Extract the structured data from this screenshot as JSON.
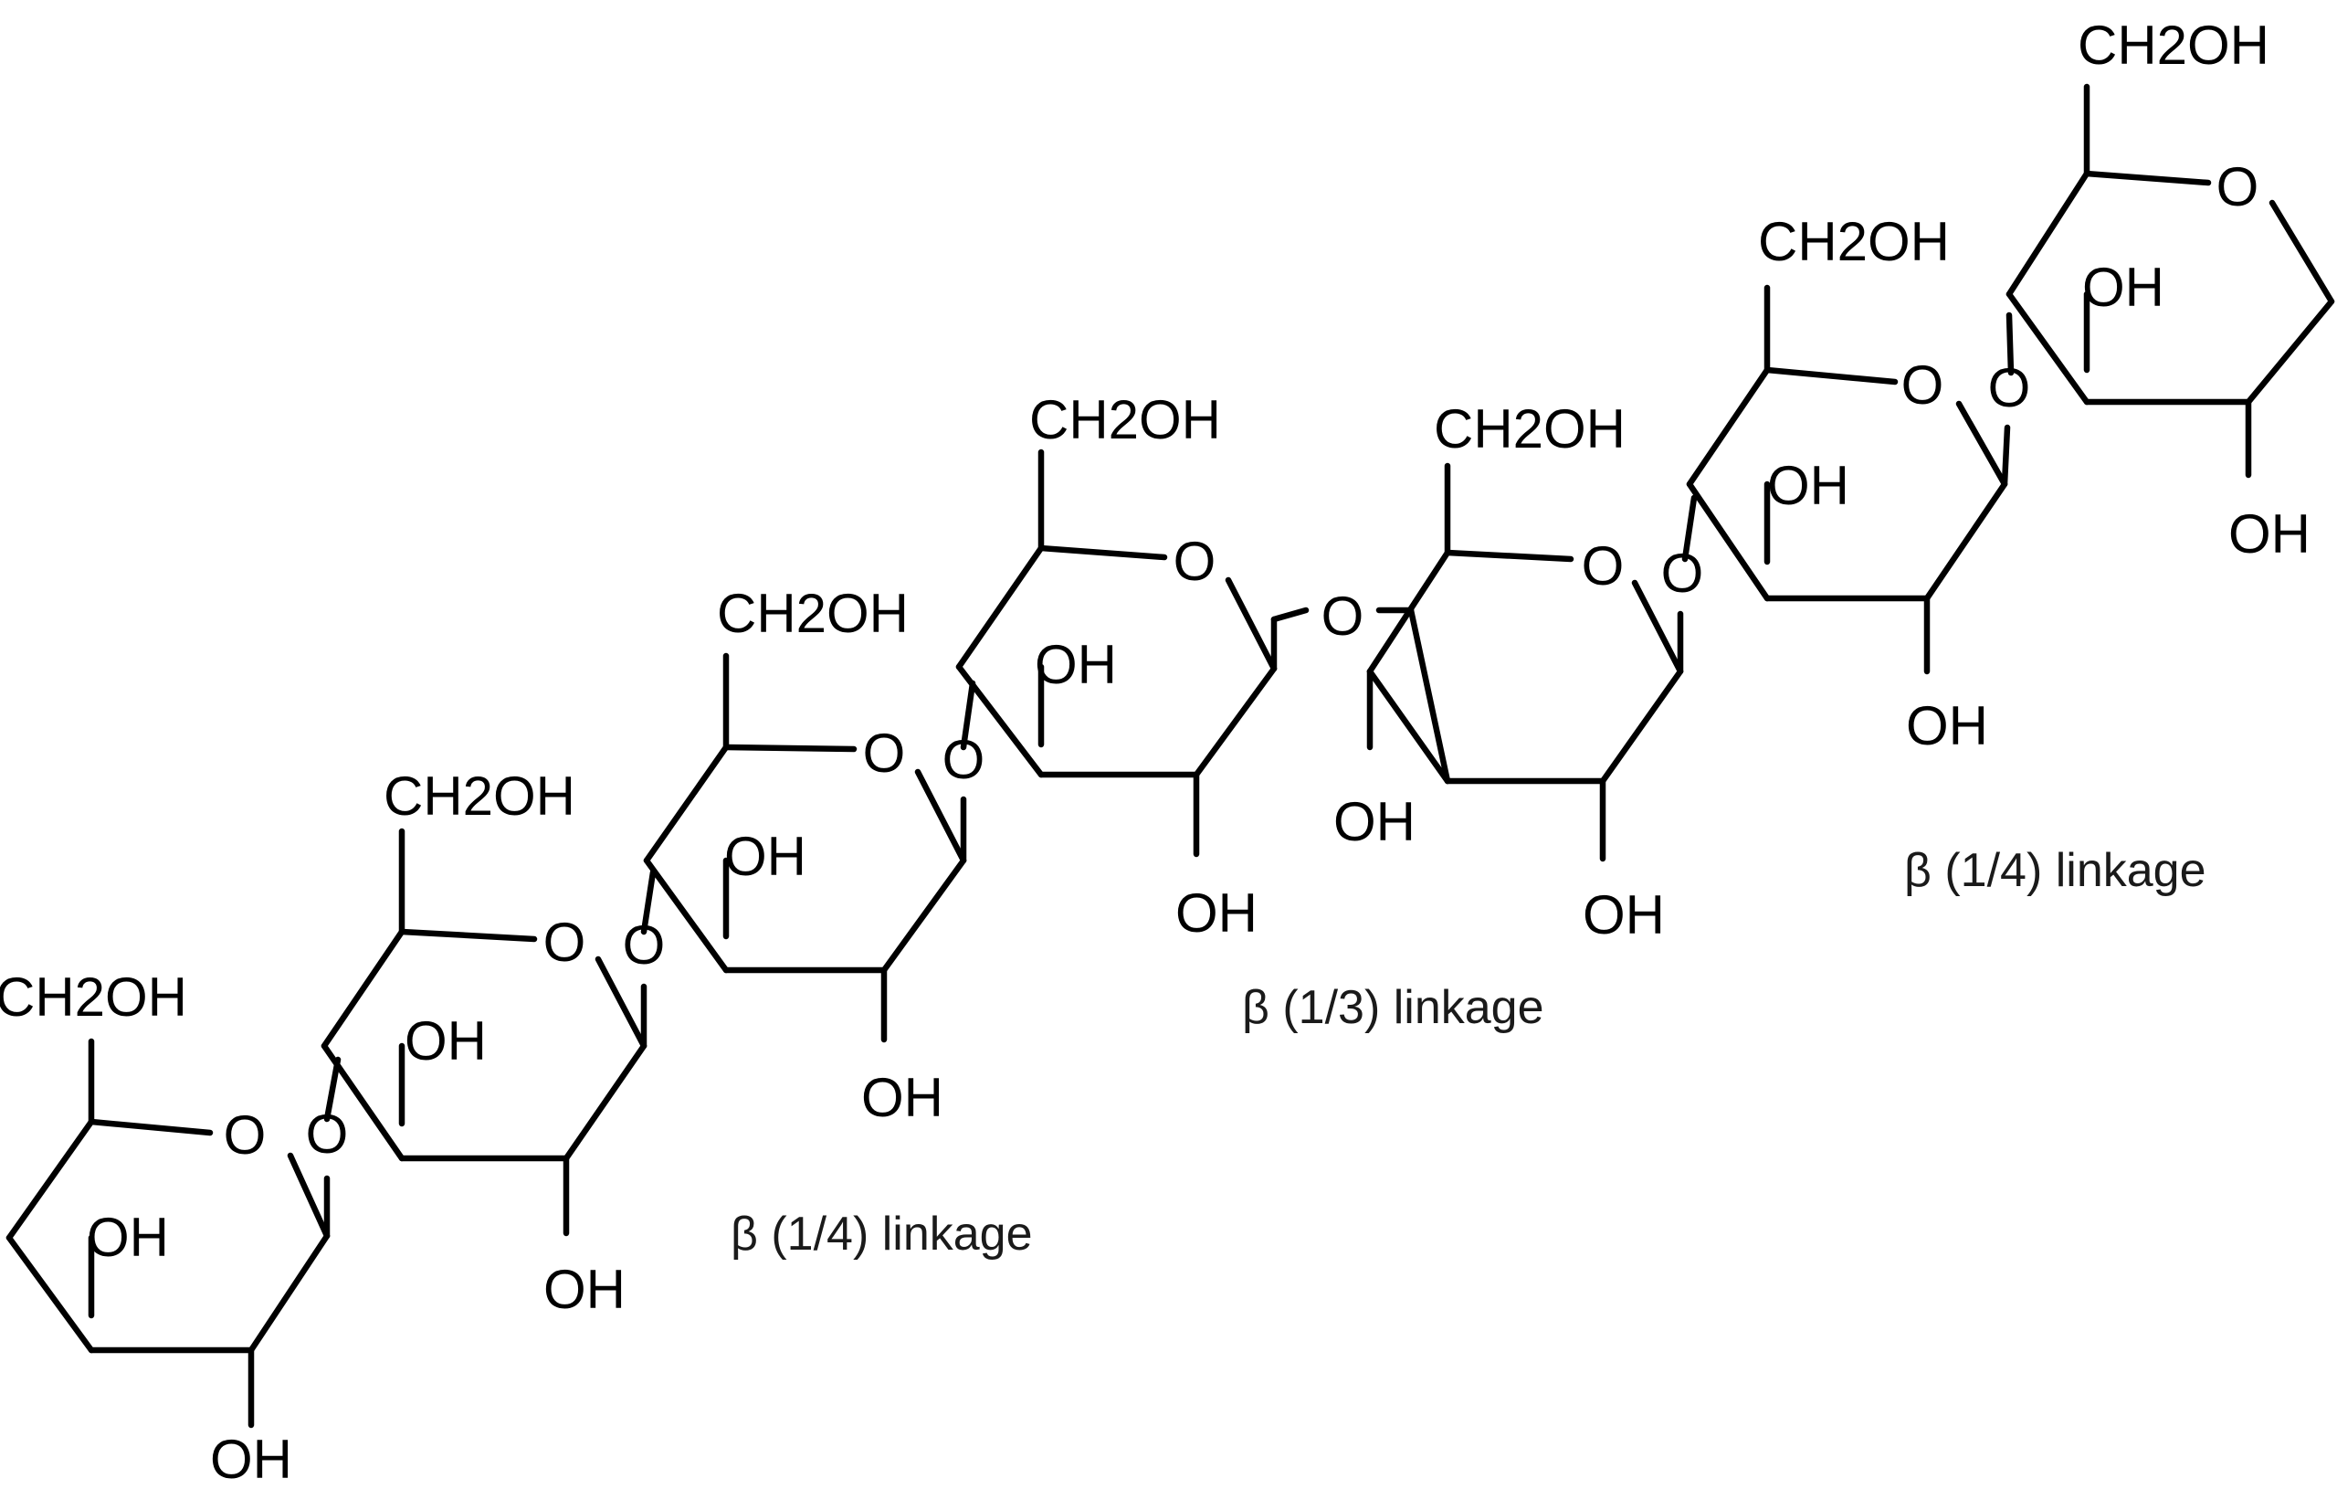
{
  "labels": {
    "ch2oh": "CH2OH",
    "oh": "OH",
    "o": "O"
  },
  "linkages": [
    {
      "id": "beta-14-left",
      "text": "β (1/4) linkage"
    },
    {
      "id": "beta-13-middle",
      "text": "β (1/3) linkage"
    },
    {
      "id": "beta-14-right",
      "text": "β (1/4) linkage"
    }
  ],
  "colors": {
    "ink": "#000000",
    "background": "#ffffff"
  }
}
